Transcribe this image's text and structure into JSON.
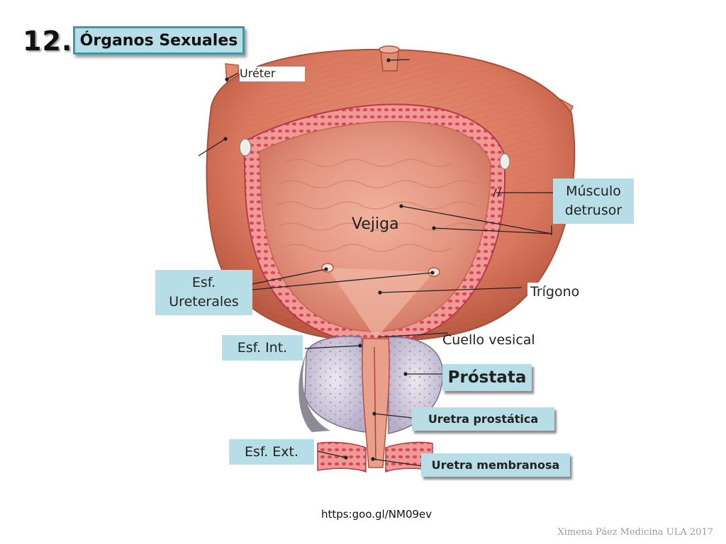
{
  "slide": {
    "number": "12.",
    "title": "Órganos Sexuales"
  },
  "labels": {
    "ureter": "Uréter",
    "detrusor_line1": "Músculo",
    "detrusor_line2": "detrusor",
    "vejiga": "Vejiga",
    "ureterales_line1": "Esf.",
    "ureterales_line2": "Ureterales",
    "trigono": "Trígono",
    "cuello": "Cuello vesical",
    "esf_int": "Esf. Int.",
    "prostata": "Próstata",
    "uretra_prostatica": "Uretra prostática",
    "esf_ext": "Esf. Ext.",
    "uretra_membranosa": "Uretra membranosa"
  },
  "footer": {
    "link": "https:goo.gl/NM09ev",
    "credit": "Ximena Páez Medicina ULA 2017"
  },
  "colors": {
    "label_box": "#b7dde6",
    "muscle": "#d9785e",
    "mucosa": "#e9a08a",
    "prostate": "#d9d3e3"
  }
}
